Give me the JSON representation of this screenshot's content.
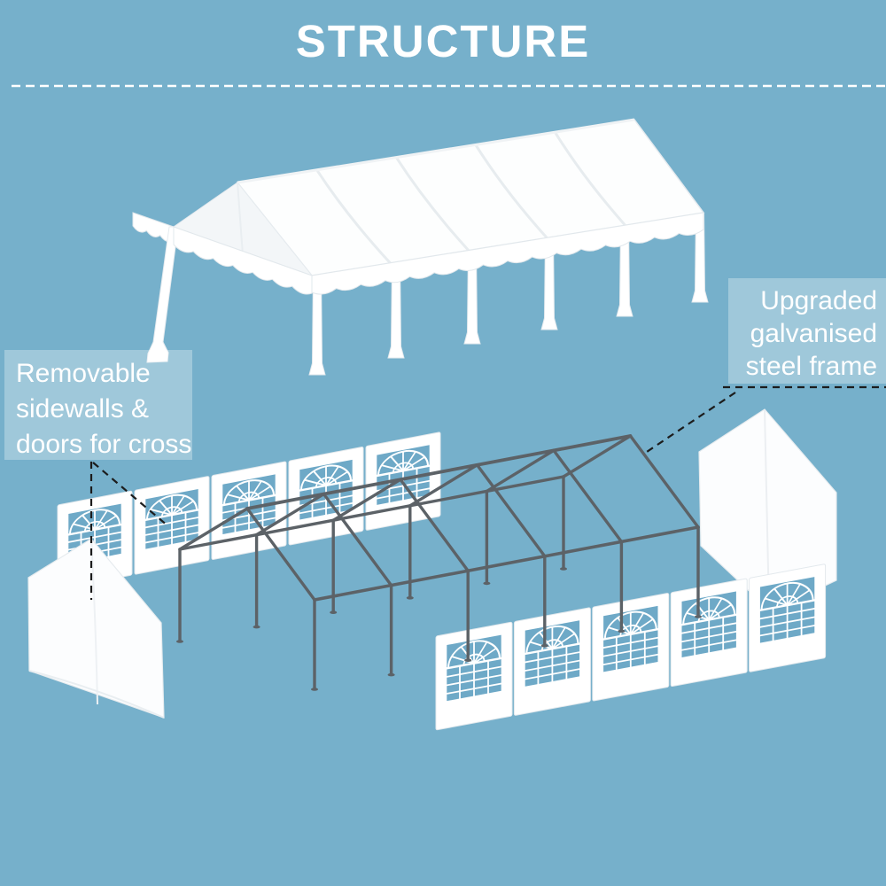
{
  "page": {
    "title": "STRUCTURE"
  },
  "annotations": {
    "left": {
      "line1": "Removable",
      "line2": "sidewalls &",
      "line3": "doors for cross"
    },
    "right": {
      "line1": "Upgraded",
      "line2": "galvanised",
      "line3": "steel frame"
    }
  },
  "scene_parts": {
    "canopy": "white-canopy-roof",
    "frame": "galvanised-steel-frame",
    "back_sidewall_panel_count": 5,
    "front_sidewall_panel_count": 5,
    "end_walls": [
      "left-endwall",
      "right-endwall"
    ]
  },
  "colors": {
    "background": "#76b0cb",
    "annotation_box": "#a9cbdc",
    "text": "#ffffff",
    "frame_steel": "#5c6267",
    "window_blue": "#6ea9c7",
    "canopy_white": "#ffffff",
    "leader_line": "#1c1c1c"
  }
}
